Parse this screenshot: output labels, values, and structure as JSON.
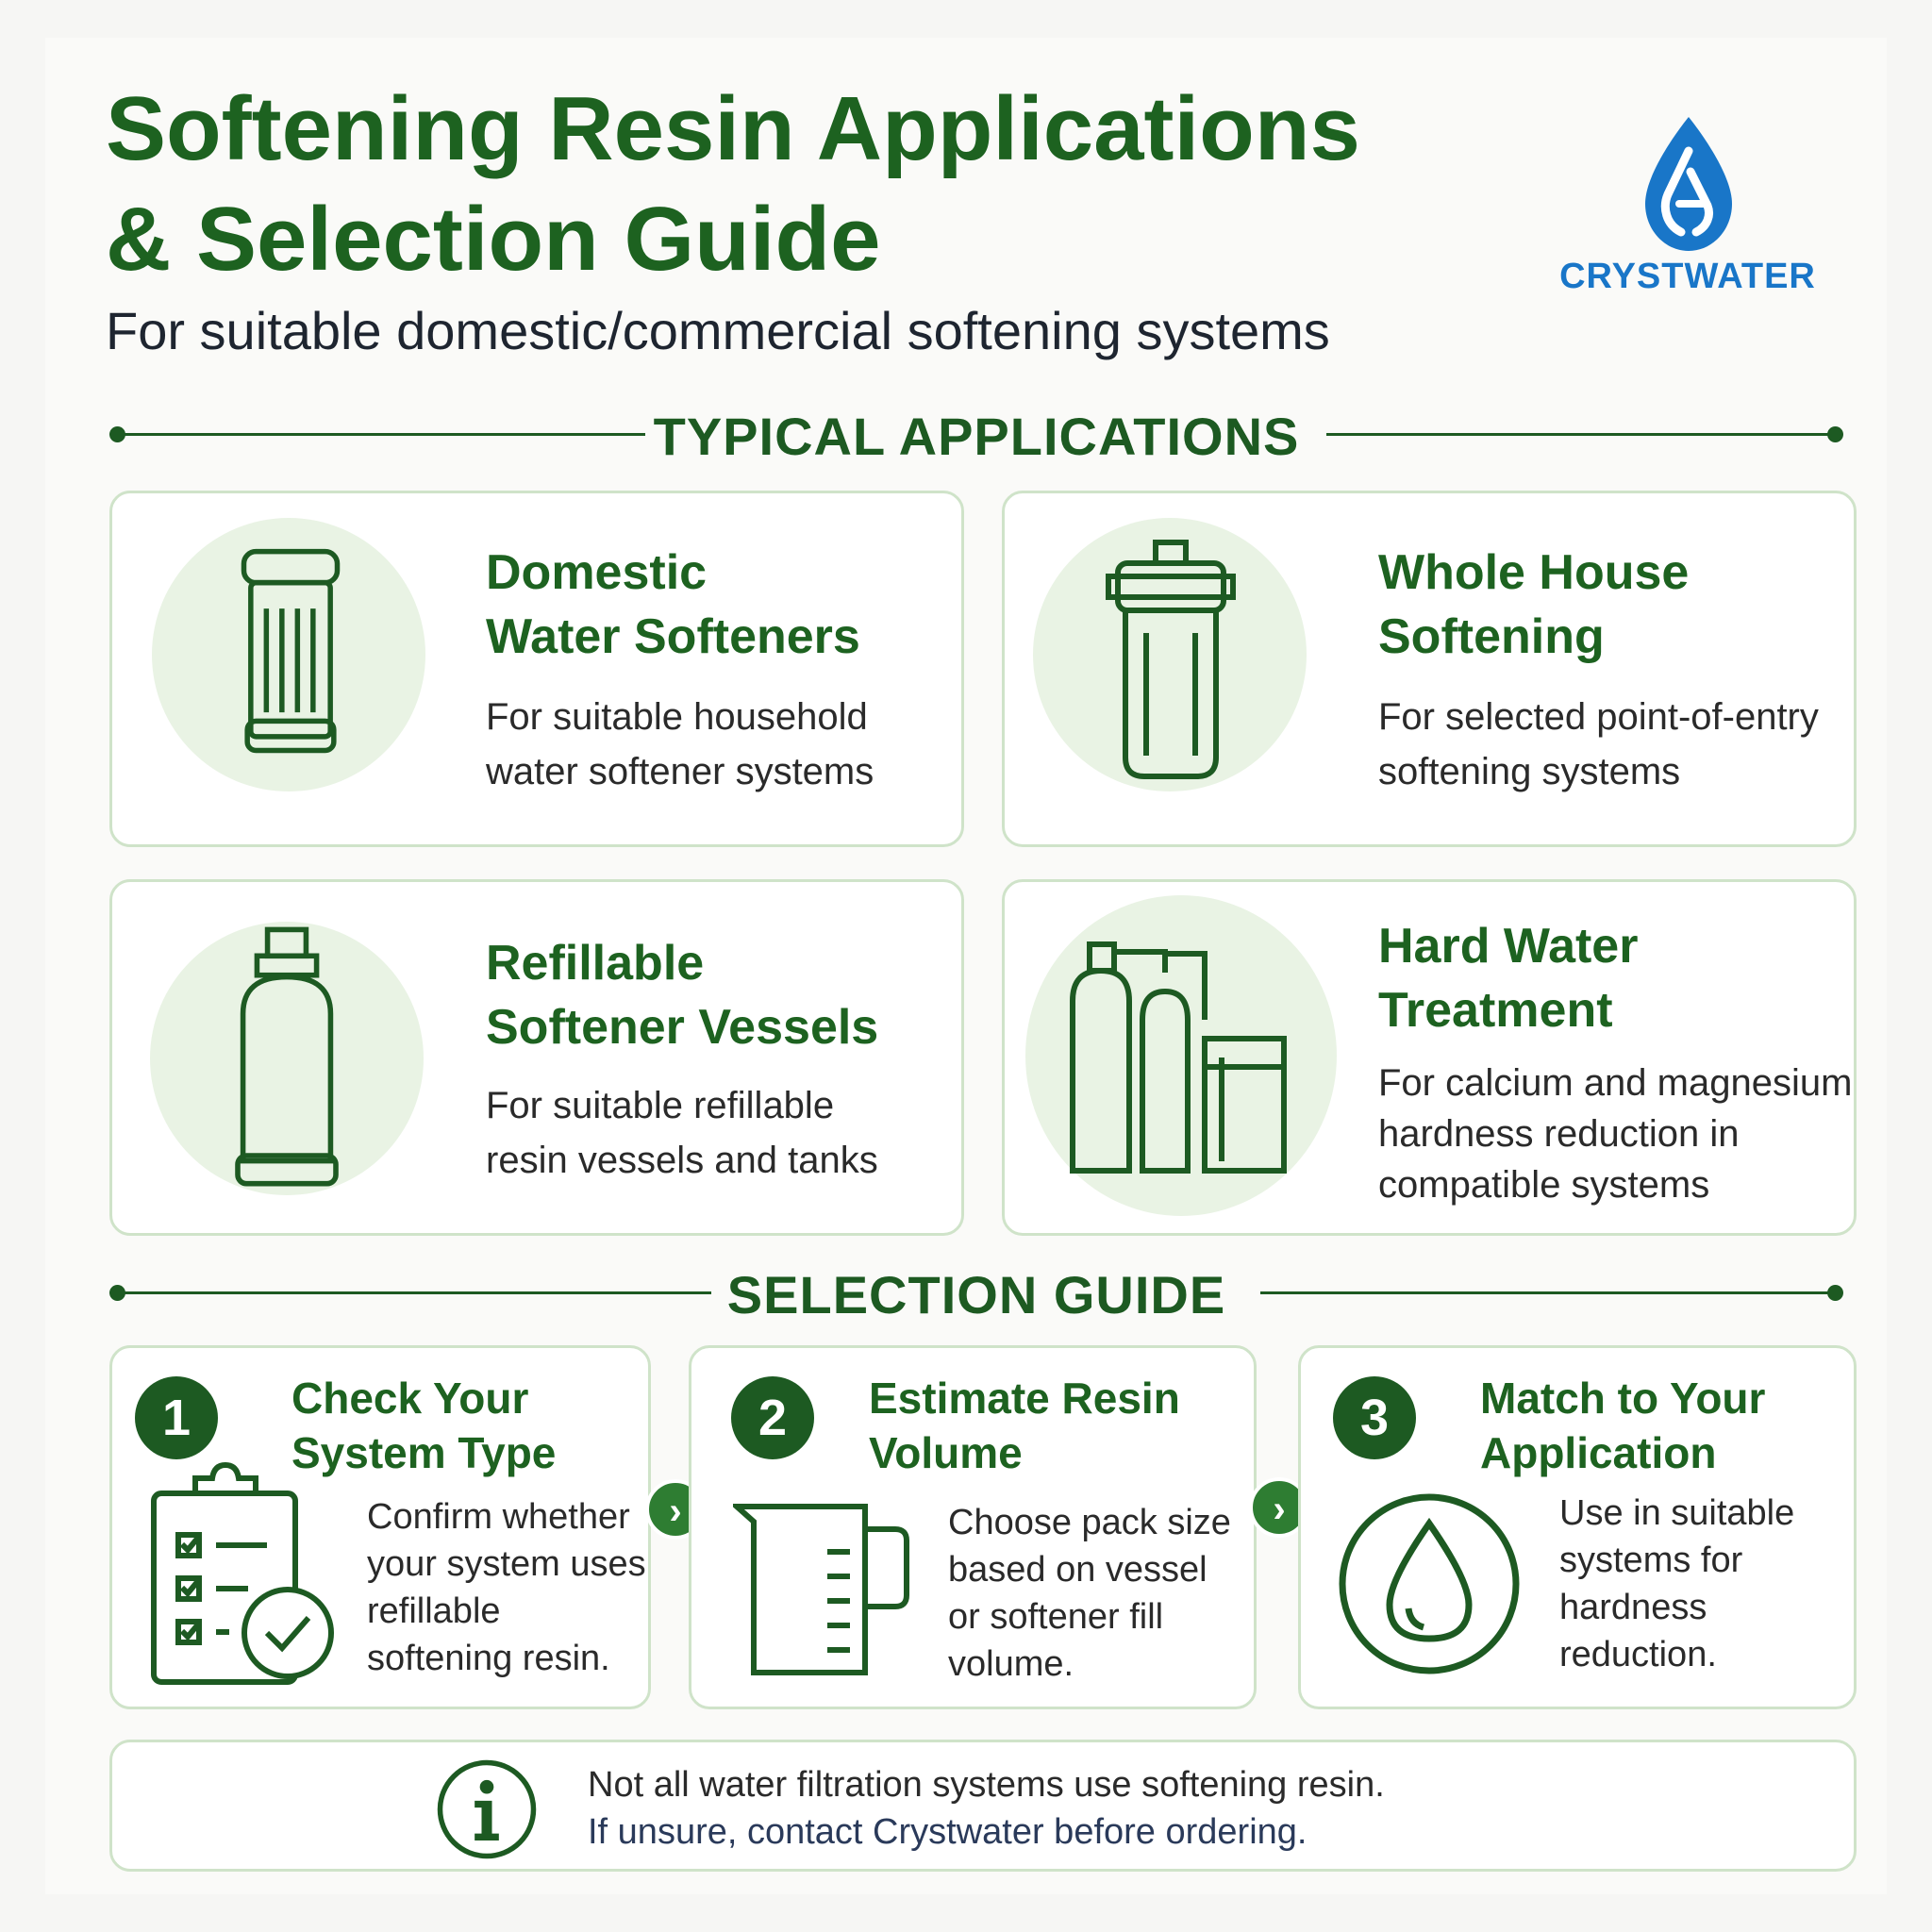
{
  "header": {
    "title_line1": "Softening Resin Applications",
    "title_line2": "& Selection Guide",
    "subtitle": "For suitable domestic/commercial softening systems"
  },
  "logo": {
    "brand": "CRYSTWATER",
    "icon": "water-drop-logo-icon",
    "color": "#1976c8"
  },
  "applications": {
    "heading": "TYPICAL APPLICATIONS",
    "cards": [
      {
        "title1": "Domestic",
        "title2": "Water Softeners",
        "desc1": "For suitable household",
        "desc2": "water softener systems",
        "icon": "resin-cartridge-icon"
      },
      {
        "title1": "Whole House",
        "title2": "Softening",
        "desc1": "For selected point-of-entry",
        "desc2": "softening systems",
        "icon": "filter-housing-icon"
      },
      {
        "title1": "Refillable",
        "title2": "Softener Vessels",
        "desc1": "For suitable refillable",
        "desc2": "resin vessels and tanks",
        "icon": "softener-vessel-icon"
      },
      {
        "title1": "Hard Water",
        "title2": "Treatment",
        "desc1": "For calcium and magnesium",
        "desc2": "hardness reduction in",
        "desc3": "compatible systems",
        "icon": "softener-system-icon"
      }
    ]
  },
  "selection": {
    "heading": "SELECTION GUIDE",
    "steps": [
      {
        "num": "1",
        "title1": "Check Your",
        "title2": "System Type",
        "lines": [
          "Confirm whether",
          "your system uses",
          "refillable",
          "softening resin."
        ],
        "icon": "checklist-icon"
      },
      {
        "num": "2",
        "title1": "Estimate Resin",
        "title2": "Volume",
        "lines": [
          "Choose pack size",
          "based on vessel",
          "or softener fill",
          "volume."
        ],
        "icon": "measuring-jug-icon"
      },
      {
        "num": "3",
        "title1": "Match to Your",
        "title2": "Application",
        "lines": [
          "Use in suitable",
          "systems for",
          "hardness",
          "reduction."
        ],
        "icon": "water-drop-icon"
      }
    ],
    "arrow_icon": "chevron-right-icon"
  },
  "note": {
    "icon": "info-icon",
    "line1": "Not all water filtration systems use softening resin.",
    "line2": "If unsure, contact Crystwater before ordering."
  },
  "colors": {
    "primary_green": "#1d6220",
    "light_green_bg": "#e9f3e4",
    "card_border": "#cfe3c9",
    "brand_blue": "#1976c8"
  }
}
